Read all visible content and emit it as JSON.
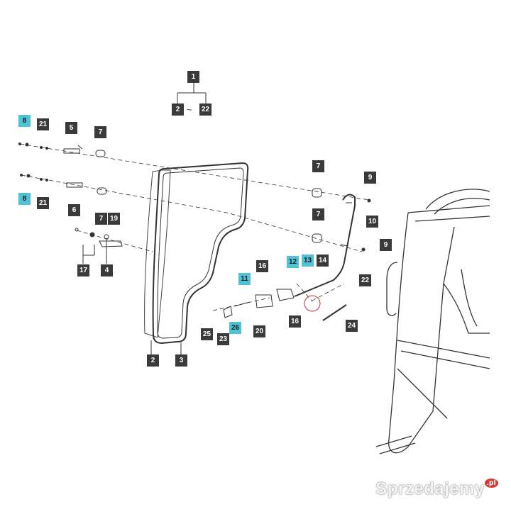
{
  "diagram": {
    "header": {
      "assembly": "1",
      "range_from": "2",
      "range_sep": "~",
      "range_to": "22"
    },
    "callouts": [
      {
        "id": "c8a",
        "label": "8",
        "hl": true
      },
      {
        "id": "c21a",
        "label": "21",
        "hl": false
      },
      {
        "id": "c5",
        "label": "5",
        "hl": false
      },
      {
        "id": "c7a",
        "label": "7",
        "hl": false
      },
      {
        "id": "c8b",
        "label": "8",
        "hl": true
      },
      {
        "id": "c21b",
        "label": "21",
        "hl": false
      },
      {
        "id": "c6",
        "label": "6",
        "hl": false
      },
      {
        "id": "c7b",
        "label": "7",
        "hl": false
      },
      {
        "id": "c19",
        "label": "19",
        "hl": false
      },
      {
        "id": "c17",
        "label": "17",
        "hl": false
      },
      {
        "id": "c4",
        "label": "4",
        "hl": false
      },
      {
        "id": "c7c",
        "label": "7",
        "hl": false
      },
      {
        "id": "c7d",
        "label": "7",
        "hl": false
      },
      {
        "id": "c9a",
        "label": "9",
        "hl": false
      },
      {
        "id": "c10",
        "label": "10",
        "hl": false
      },
      {
        "id": "c9b",
        "label": "9",
        "hl": false
      },
      {
        "id": "c12",
        "label": "12",
        "hl": true
      },
      {
        "id": "c13",
        "label": "13",
        "hl": true
      },
      {
        "id": "c14",
        "label": "14",
        "hl": false
      },
      {
        "id": "c16a",
        "label": "16",
        "hl": false
      },
      {
        "id": "c11",
        "label": "11",
        "hl": true
      },
      {
        "id": "c22",
        "label": "22",
        "hl": false
      },
      {
        "id": "c16b",
        "label": "16",
        "hl": false
      },
      {
        "id": "c24",
        "label": "24",
        "hl": false
      },
      {
        "id": "c26",
        "label": "26",
        "hl": true
      },
      {
        "id": "c20",
        "label": "20",
        "hl": false
      },
      {
        "id": "c25",
        "label": "25",
        "hl": false
      },
      {
        "id": "c23",
        "label": "23",
        "hl": false
      },
      {
        "id": "c2",
        "label": "2",
        "hl": false
      },
      {
        "id": "c3",
        "label": "3",
        "hl": false
      }
    ],
    "colors": {
      "callout": "#3a3a3a",
      "callout_highlight": "#4ec3d6",
      "line": "#333333"
    }
  },
  "watermark": {
    "text": "Sprzedajemy",
    "suffix": ".pl"
  }
}
